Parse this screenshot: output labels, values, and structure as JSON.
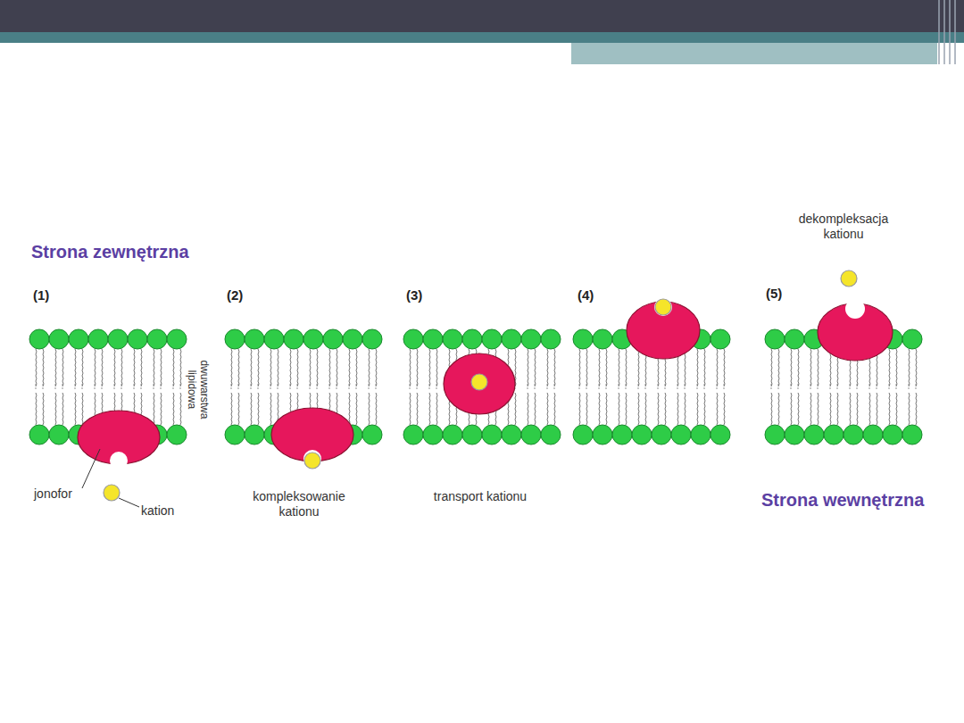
{
  "diagram": {
    "labels": [
      "Strona zewnętrzna",
      "(1)",
      "(2)",
      "(3)",
      "(4)",
      "(5)",
      "dwuwarstwa lipidowa",
      "jonofor",
      "kation",
      "kompleksowanie kationu",
      "transport kationu",
      "dekompleksacja kationu",
      "Strona wewnętrzna"
    ]
  }
}
